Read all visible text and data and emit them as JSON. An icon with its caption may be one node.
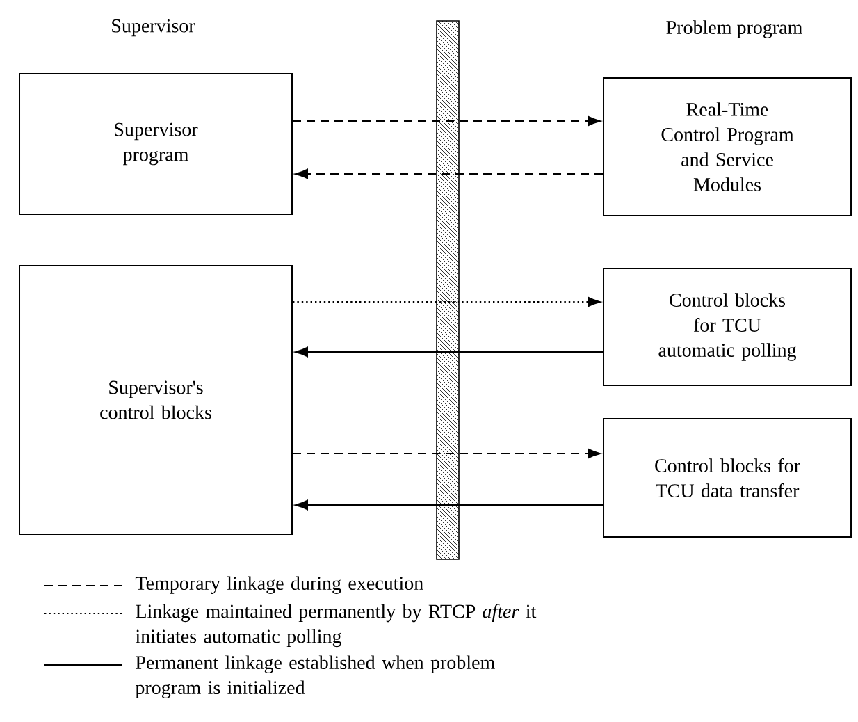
{
  "diagram": {
    "nodes": [
      {
        "text": [
          "Supervisor program"
        ]
      },
      {
        "text": [
          "Real-Time Control Program and Service Modules"
        ]
      },
      {
        "text": [
          "Supervisor's control blocks"
        ]
      },
      {
        "text": [
          "Control blocks for TCU automatic polling"
        ]
      },
      {
        "text": [
          "Control blocks for TCU data transfer"
        ]
      }
    ],
    "edges": [
      {
        "from": 0,
        "to": 1,
        "arrow": "to",
        "style": "dashed"
      },
      {
        "from": 1,
        "to": 0,
        "arrow": "to",
        "style": "dashed"
      },
      {
        "from": 2,
        "to": 3,
        "arrow": "to",
        "style": "dashed"
      },
      {
        "from": 3,
        "to": 2,
        "arrow": "to"
      },
      {
        "from": 2,
        "to": 4,
        "arrow": "to",
        "style": "dashed"
      },
      {
        "from": 4,
        "to": 2,
        "arrow": "to"
      }
    ],
    "labels": [
      "Supervisor",
      "Problem program"
    ],
    "legend": [
      {
        "text": "Temporary linkage during execution"
      },
      {
        "text": "Linkage maintained permanently by RTCP *after* it initiates automatic polling"
      },
      {
        "text": "Permanent linkage established when problem program is initialized"
      }
    ]
  }
}
